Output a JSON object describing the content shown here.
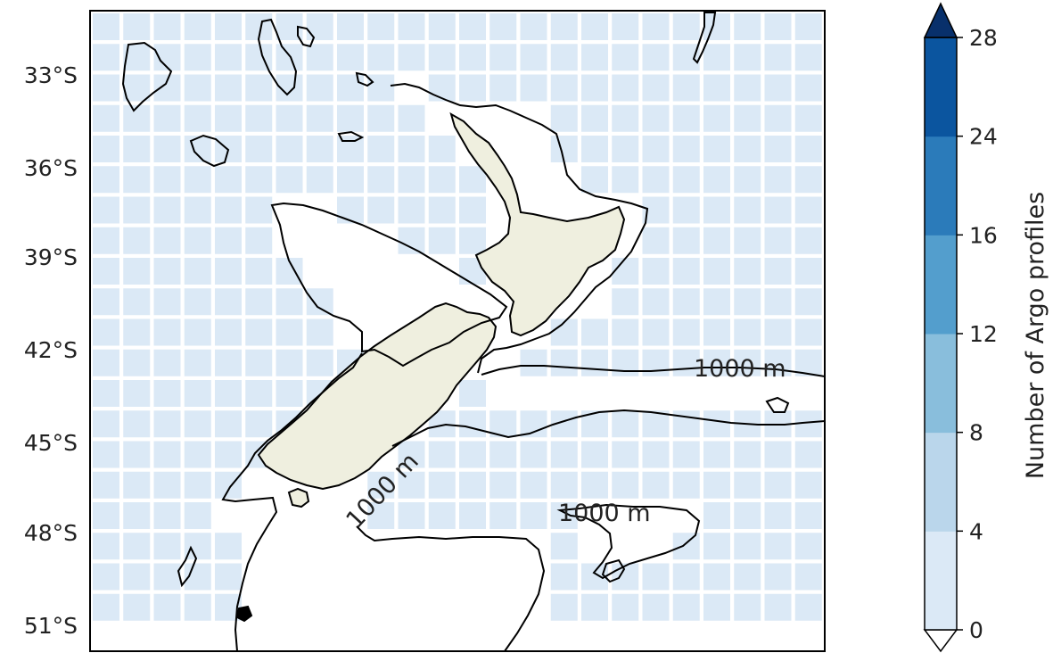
{
  "map": {
    "latitude_ticks": [
      "33°S",
      "36°S",
      "39°S",
      "42°S",
      "45°S",
      "48°S",
      "51°S"
    ],
    "contour_labels": [
      "1000 m",
      "1000 m",
      "1000 m"
    ],
    "land_color": "#efefdf",
    "coastline_color": "#000000",
    "grid_cell_color": "#dbe9f6",
    "grid_cell_dark_color": "#bad6eb"
  },
  "colorbar": {
    "label": "Number of Argo profiles",
    "ticks": [
      "0",
      "4",
      "8",
      "12",
      "16",
      "24",
      "28"
    ],
    "colors": [
      "#dbe9f6",
      "#bad6eb",
      "#89bedc",
      "#539ecd",
      "#2b7bba",
      "#0b559f",
      "#08306b"
    ],
    "extend": "both"
  },
  "chart_data": {
    "type": "heatmap",
    "title": "",
    "xlabel": "",
    "ylabel": "",
    "ylim": [
      -52,
      -31
    ],
    "colorbar_range": [
      0,
      28
    ],
    "legend_position": "right"
  }
}
